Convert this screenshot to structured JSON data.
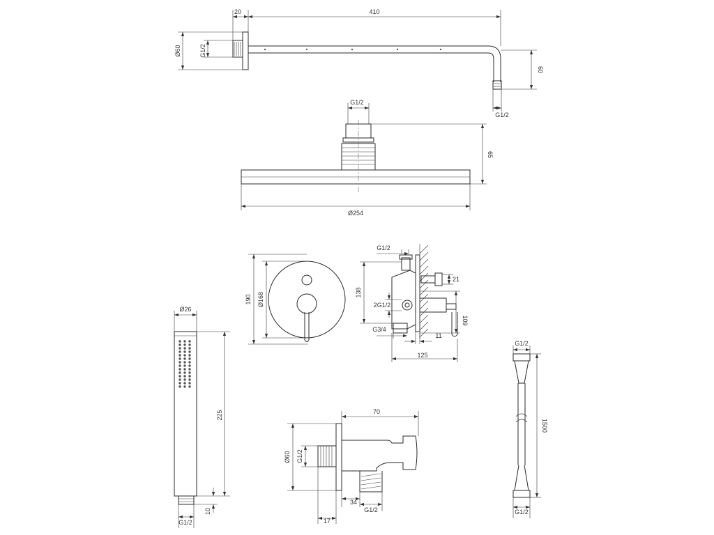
{
  "shower_arm": {
    "d_flange": "Ø60",
    "thread_in": "G1/2",
    "flange_w": "20",
    "length": "410",
    "drop": "60",
    "thread_out": "G1/2"
  },
  "overhead_shower": {
    "thread": "G1/2",
    "height": "65",
    "diameter": "Ø254"
  },
  "mixer_front": {
    "outer_h": "190",
    "plate_d": "Ø168"
  },
  "mixer_side": {
    "top_thread": "G1/2",
    "height": "138",
    "pipe_d": "21",
    "outlets": "2G1/2",
    "inlet": "G3/4",
    "spout": "109",
    "offset": "11",
    "depth": "125"
  },
  "hand_shower": {
    "diameter": "Ø26",
    "length": "225",
    "end": "10",
    "thread": "G1/2"
  },
  "wall_outlet": {
    "length": "70",
    "d_flange": "Ø60",
    "thread_in": "G1/2",
    "offset": "34",
    "thread_out": "G1/2",
    "flange": "17"
  },
  "hose": {
    "thread_top": "G1/2",
    "length": "1500",
    "thread_bottom": "G1/2"
  }
}
